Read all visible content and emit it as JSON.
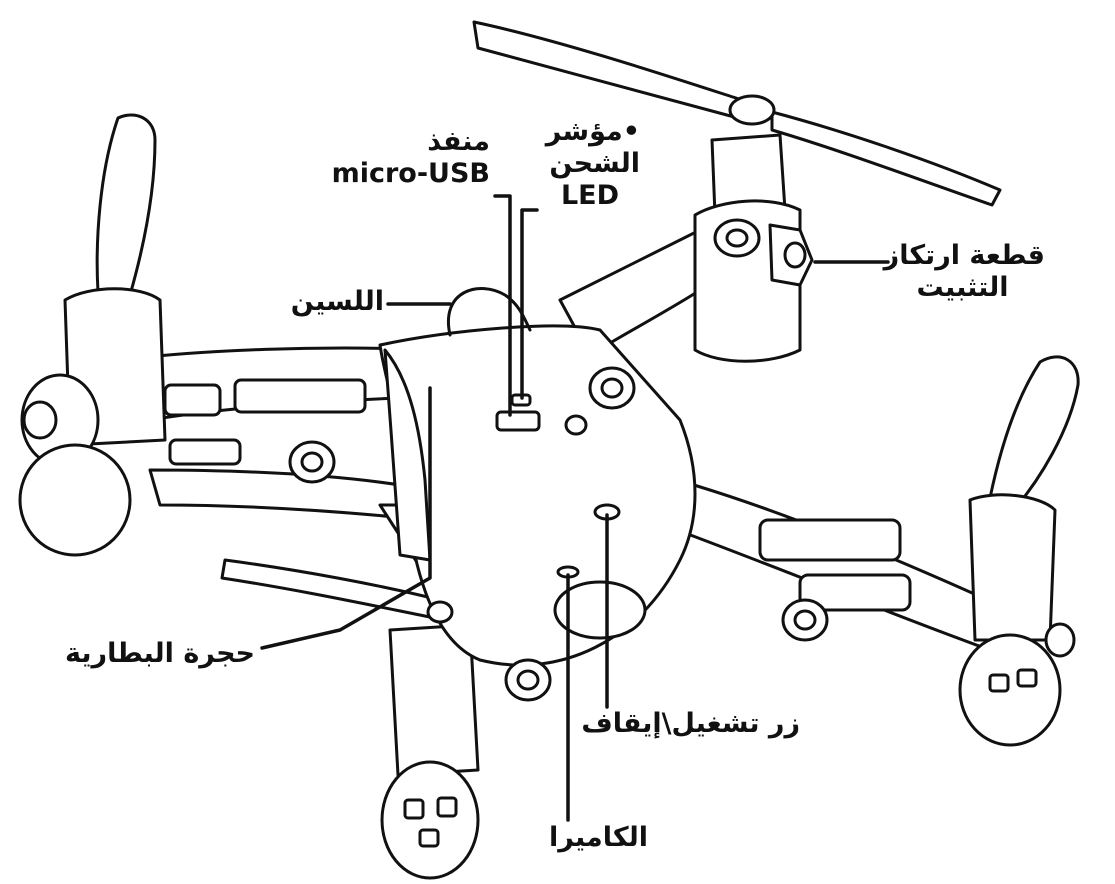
{
  "diagram": {
    "labels": {
      "usb_port": {
        "line1": "منفذ",
        "line2": "micro-USB"
      },
      "charge_led": {
        "line1": "•مؤشر",
        "line2": "الشحن",
        "line3": "LED"
      },
      "mount_piece": {
        "line1": "قطعة ارتكاز",
        "line2": "التثبيت"
      },
      "string": "اللسين",
      "battery_compartment": "حجرة البطارية",
      "power_button": "زر تشغيل\\إيقاف",
      "camera": "الكاميرا"
    },
    "colors": {
      "ink": "#111111",
      "body": "#ffffff"
    }
  }
}
